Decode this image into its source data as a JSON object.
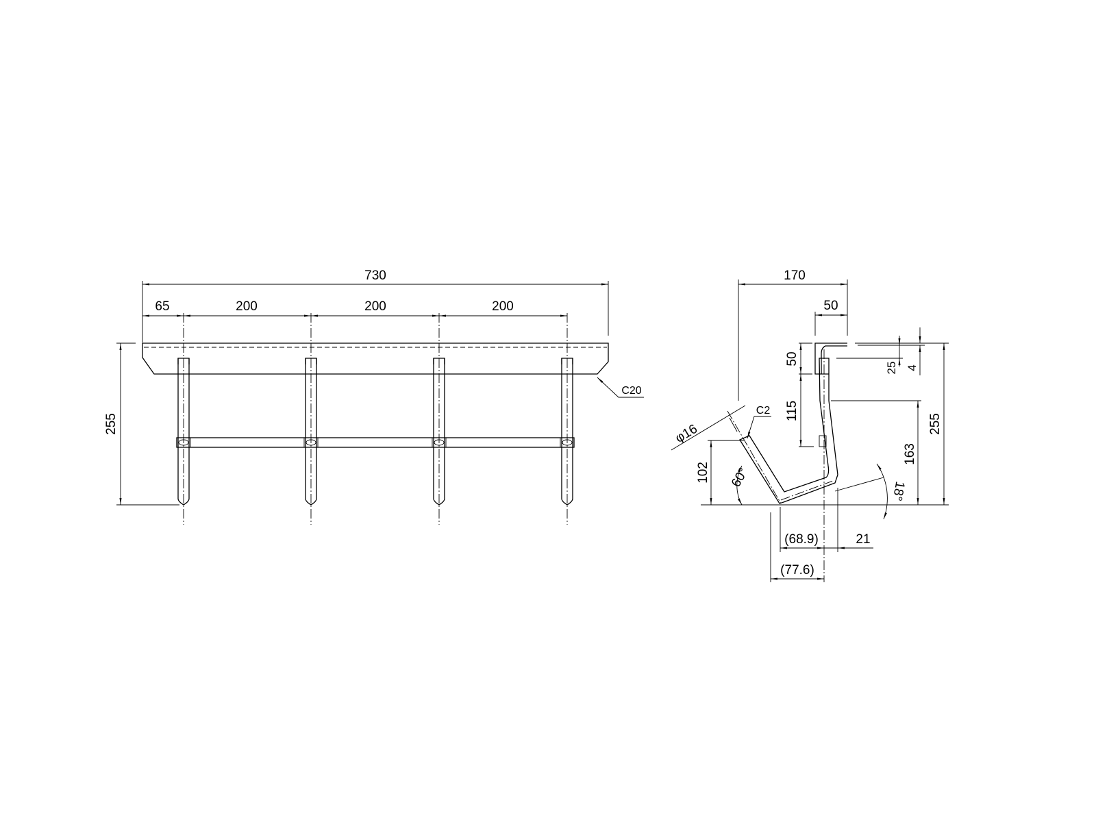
{
  "front_view": {
    "overall_width": "730",
    "edge_offset": "65",
    "pitch_1": "200",
    "pitch_2": "200",
    "pitch_3": "200",
    "height": "255",
    "chamfer": "C20"
  },
  "side_view": {
    "depth": "170",
    "bracket_width": "50",
    "bracket_height": "50",
    "rod_length": "115",
    "plate_offset": "25",
    "thickness": "4",
    "rod_height": "163",
    "overall_height": "255",
    "tip_height": "102",
    "rod_diameter": "φ16",
    "tip_chamfer": "C2",
    "tip_angle": "60°",
    "bend_angle": "18°",
    "ref_length_1": "(68.9)",
    "offset": "21",
    "ref_length_2": "(77.6)"
  }
}
